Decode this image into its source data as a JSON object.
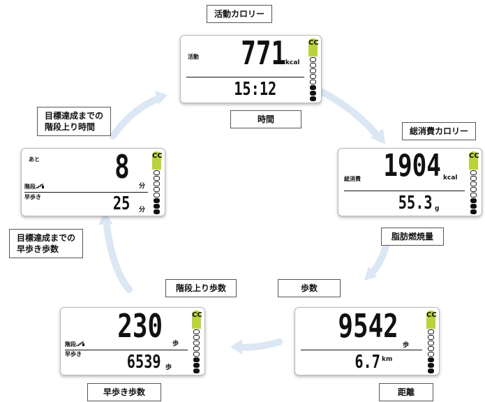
{
  "screens": {
    "activity": {
      "label": "活動",
      "value": "771",
      "unit": "kcal",
      "time": "15:12",
      "sidebar_label": "CC"
    },
    "total": {
      "label": "総消費",
      "value": "1904",
      "unit": "kcal",
      "fat": "55.3",
      "fat_unit": "g",
      "sidebar_label": "CC"
    },
    "steps": {
      "value": "9542",
      "unit": "歩",
      "distance": "6.7",
      "distance_unit": "km",
      "sidebar_label": "CC"
    },
    "stairs": {
      "value": "230",
      "unit": "歩",
      "stairs_label": "階段",
      "brisk_label": "早歩き",
      "brisk_value": "6539",
      "brisk_unit": "歩",
      "sidebar_label": "CC"
    },
    "remaining": {
      "label": "あと",
      "stairs_label": "階段",
      "stairs_value": "8",
      "stairs_unit": "分",
      "brisk_label": "早歩き",
      "brisk_value": "25",
      "brisk_unit": "分",
      "sidebar_label": "CC"
    }
  },
  "callouts": {
    "activity_calories": "活動カロリー",
    "time": "時間",
    "total_calories": "総消費カロリー",
    "fat_burn": "脂肪燃焼量",
    "steps": "歩数",
    "distance": "距離",
    "stair_steps": "階段上り歩数",
    "brisk_steps": "早歩き歩数",
    "brisk_goal_line1": "目標達成までの",
    "brisk_goal_line2": "早歩き歩数",
    "stairs_goal_line1": "目標達成までの",
    "stairs_goal_line2": "階段上り時間"
  },
  "colors": {
    "accent_green": "#bcd23a",
    "cycle_arrow": "#dbe7f3"
  }
}
